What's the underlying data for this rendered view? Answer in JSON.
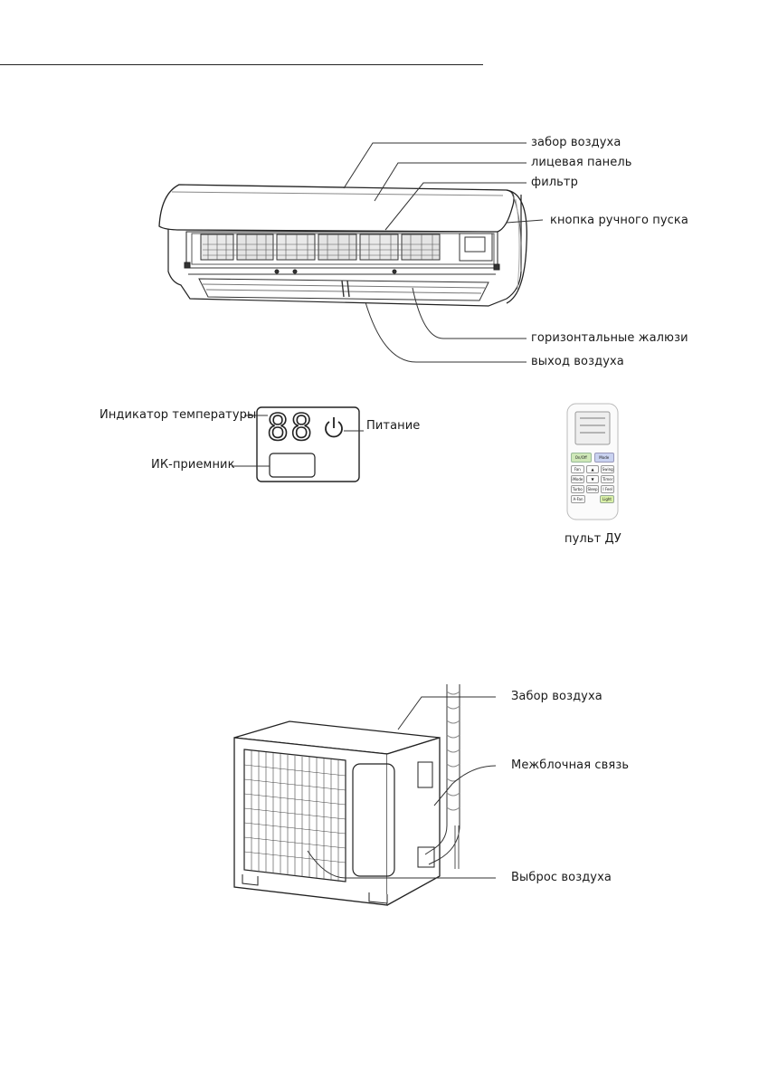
{
  "indoor_unit": {
    "labels": {
      "air_intake": "забор воздуха",
      "front_panel": "лицевая панель",
      "filter": "фильтр",
      "manual_button": "кнопка ручного пуска",
      "louvers": "горизонтальные жалюзи",
      "air_outlet": "выход воздуха"
    }
  },
  "display_panel": {
    "digits": "88",
    "labels": {
      "temperature_indicator": "Индикатор температуры",
      "power": "Питание",
      "ir_receiver": "ИК-приемник"
    }
  },
  "remote": {
    "caption": "пульт ДУ",
    "buttons": [
      {
        "label": "On/Off",
        "color": "#cfe8b8"
      },
      {
        "label": "Mode",
        "color": "#c9d2f0"
      },
      {
        "label": "Fan",
        "color": "#ffffff"
      },
      {
        "label": "▲",
        "color": "#ffffff"
      },
      {
        "label": "Swing",
        "color": "#ffffff"
      },
      {
        "label": "iMode",
        "color": "#ffffff"
      },
      {
        "label": "▼",
        "color": "#ffffff"
      },
      {
        "label": "Timer",
        "color": "#ffffff"
      },
      {
        "label": "Turbo",
        "color": "#ffffff"
      },
      {
        "label": "Sleep",
        "color": "#ffffff"
      },
      {
        "label": "I Feel",
        "color": "#ffffff"
      },
      {
        "label": "A-Fan",
        "color": "#ffffff"
      },
      {
        "label": "Light",
        "color": "#d9f0a8"
      }
    ]
  },
  "outdoor_unit": {
    "labels": {
      "air_intake": "Забор воздуха",
      "interconnect": "Межблочная связь",
      "air_exhaust": "Выброс воздуха"
    }
  }
}
